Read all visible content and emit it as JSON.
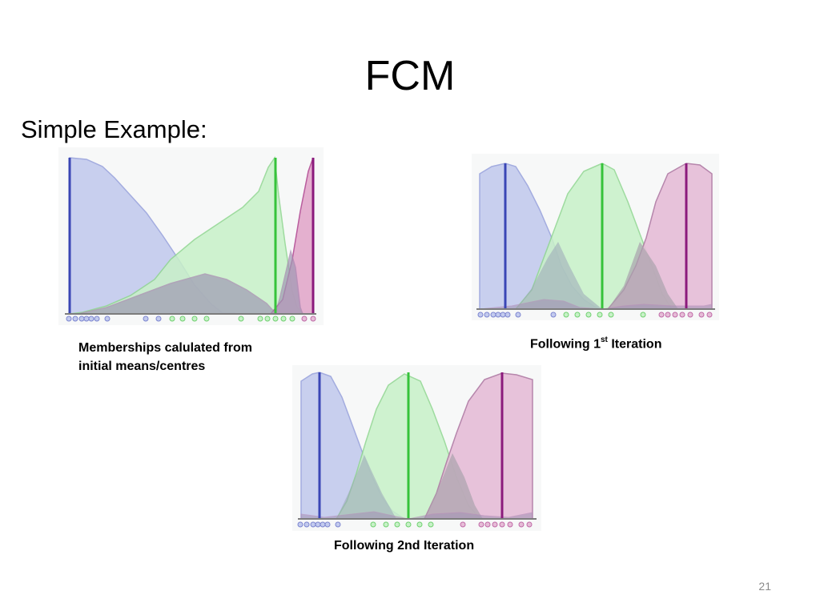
{
  "slide": {
    "title": "FCM",
    "subtitle": "Simple Example:",
    "page_number": "21"
  },
  "captions": {
    "panel1": "Memberships calulated from initial means/centres",
    "panel2_prefix": "Following 1",
    "panel2_sup": "st",
    "panel2_suffix": " Iteration",
    "panel3": "Following 2nd Iteration"
  },
  "colors": {
    "blue": "#3a46b5",
    "green": "#35c33a",
    "purple": "#8b1a7c",
    "blue_fill": "#c3cbee",
    "green_fill": "#c8f1c8",
    "purple_fill": "#e6bdd7",
    "overlap_fill": "#a8a3b8"
  }
}
